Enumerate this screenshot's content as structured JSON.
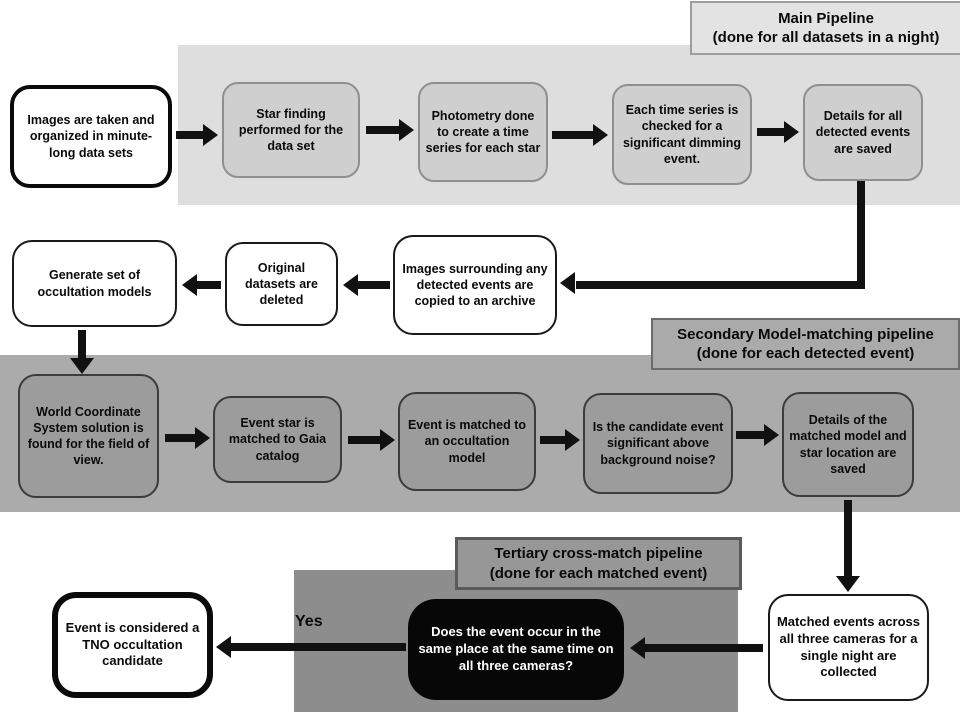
{
  "pipelines": {
    "main": {
      "title": "Main Pipeline\n(done for all datasets in a night)"
    },
    "secondary": {
      "title": "Secondary Model-matching pipeline\n(done for each detected event)"
    },
    "tertiary": {
      "title": "Tertiary cross-match pipeline\n(done for each matched event)"
    }
  },
  "nodes": {
    "images_taken": "Images are taken and organized in minute-long data sets",
    "star_finding": "Star finding performed for the data set",
    "photometry": "Photometry done to create a time series for each star",
    "dimming_check": "Each time series is checked for a significant dimming event.",
    "details_saved": "Details for all detected events are saved",
    "images_archived": "Images surrounding any detected events are copied to an archive",
    "datasets_deleted": "Original datasets are deleted",
    "generate_models": "Generate set of occultation models",
    "wcs_solution": "World Coordinate System solution is found for the field of view.",
    "gaia_match": "Event star is matched to Gaia catalog",
    "model_match": "Event is matched to an occultation model",
    "significance_check": "Is the candidate event significant above background noise?",
    "match_details_saved": "Details of the matched model and star location are saved",
    "matched_events": "Matched events across all three cameras for a single night are collected",
    "cross_match_question": "Does the event occur in the same place at the same time on all three cameras?",
    "tno_candidate": "Event is considered a TNO occultation candidate"
  },
  "labels": {
    "yes": "Yes"
  },
  "colors": {
    "main_band": "#dedede",
    "main_node": "#cfcfcf",
    "secondary_band": "#ababab",
    "secondary_node": "#9c9c9c",
    "tertiary_band": "#8d8d8d",
    "decision_node": "#070707",
    "arrow": "#111111"
  }
}
